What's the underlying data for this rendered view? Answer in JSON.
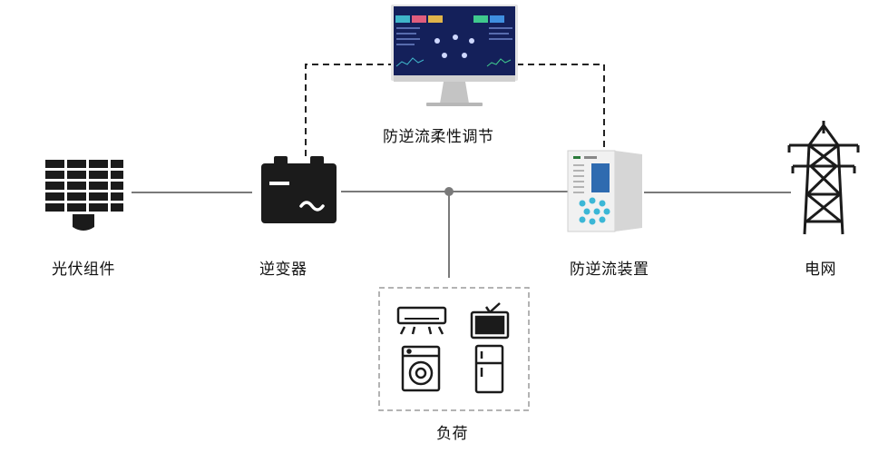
{
  "labels": {
    "pv": "光伏组件",
    "inverter": "逆变器",
    "anti_backflow_device": "防逆流装置",
    "grid": "电网",
    "flexible_regulation": "防逆流柔性调节",
    "load": "负荷"
  },
  "colors": {
    "icon": "#1b1b1b",
    "line": "#7a7a7a",
    "dashed": "#222222",
    "load_border": "#9a9a9a",
    "monitor_screen": "#14205a",
    "device_body": "#e9e9e9",
    "device_buttons": "#3bb7d6",
    "device_screen": "#2f6bb0"
  }
}
